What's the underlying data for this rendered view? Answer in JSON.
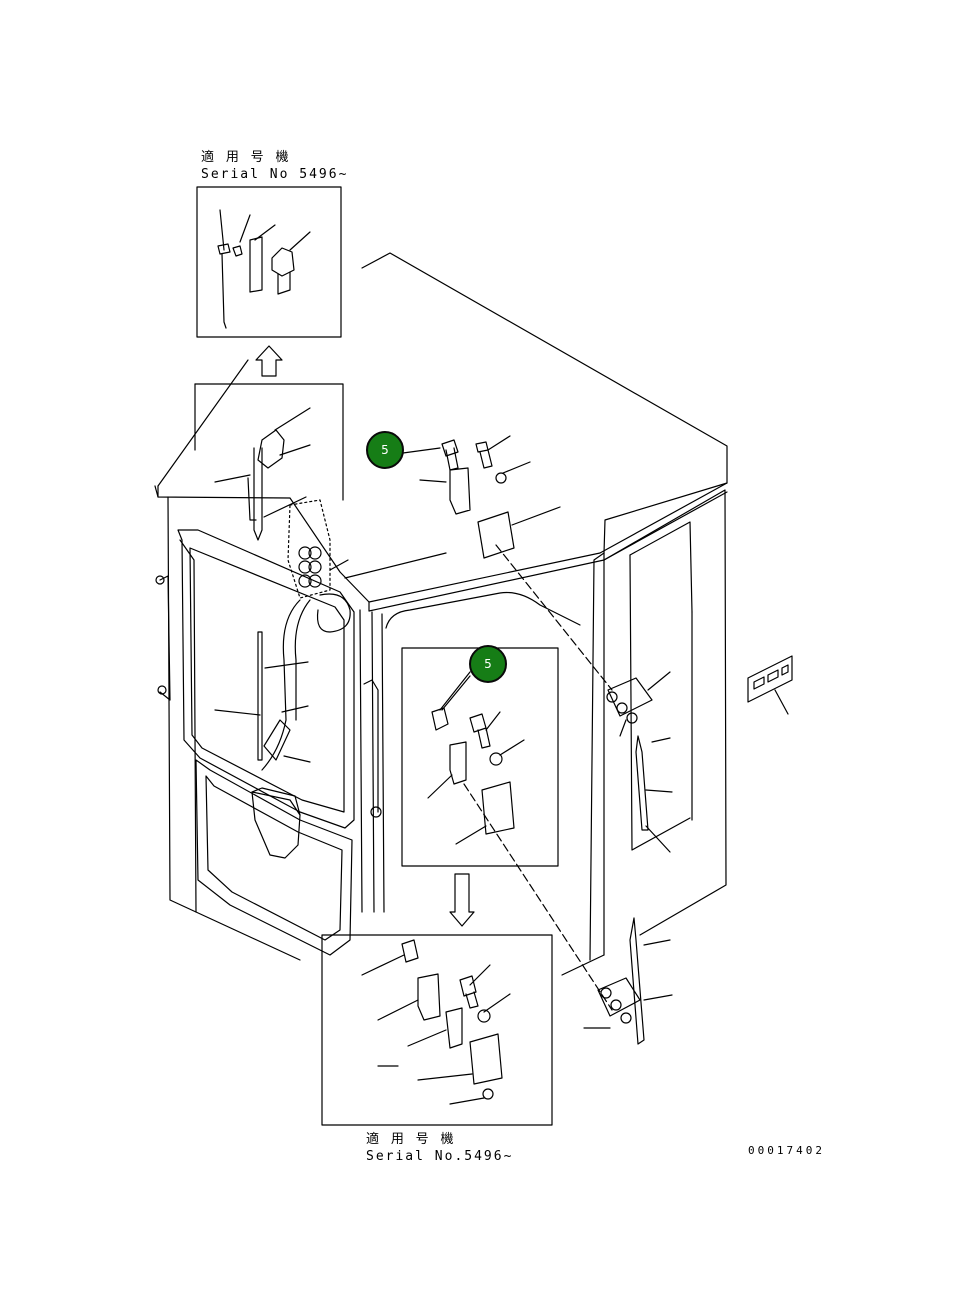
{
  "top_note": {
    "line1": "適 用 号 機",
    "line2": "Serial No 5496~"
  },
  "bottom_note": {
    "line1": "適 用 号 機",
    "line2": "Serial No.5496~"
  },
  "drawing_code": "00017402",
  "callouts": [
    {
      "number": "5",
      "color": "#167d16"
    },
    {
      "number": "5",
      "color": "#167d16"
    }
  ]
}
